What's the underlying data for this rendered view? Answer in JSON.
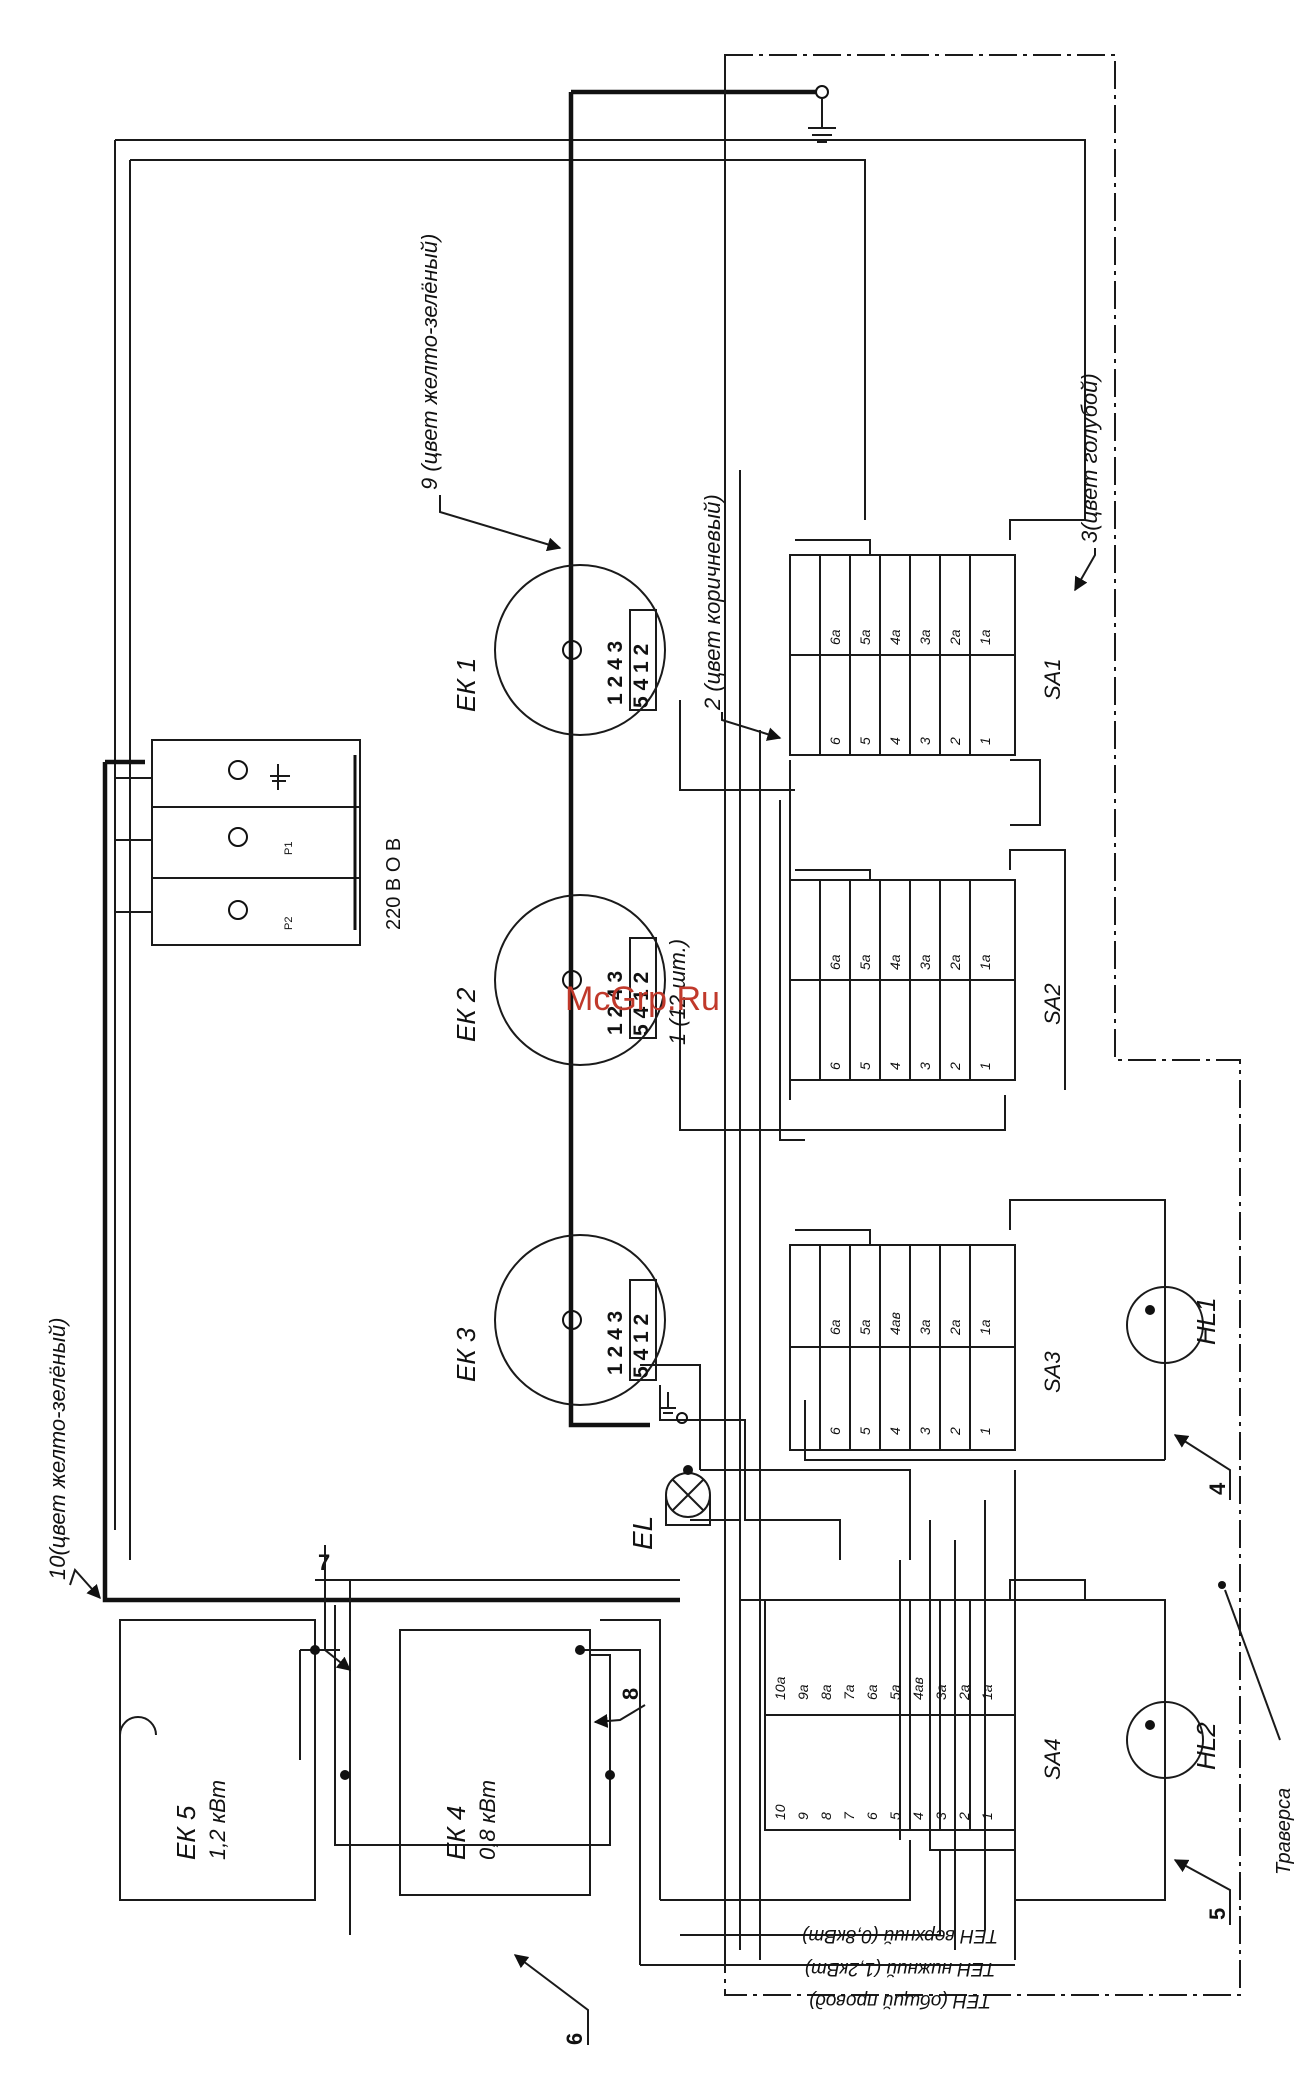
{
  "watermark": "McGrp.Ru",
  "labels": {
    "ek1": "ЕК 1",
    "ek2": "ЕК 2",
    "ek3": "ЕК 3",
    "ek4": "ЕК 4",
    "ek4_power": "0,8 кВт",
    "ek5": "ЕК 5",
    "ek5_power": "1,2 кВт",
    "el": "EL",
    "hl1": "HL1",
    "hl2": "HL2",
    "sa1": "SA1",
    "sa2": "SA2",
    "sa3": "SA3",
    "sa4": "SA4",
    "traversa": "Траверса",
    "socket_voltage": "220 В  О В",
    "p1": "Р1",
    "p2": "Р2",
    "ek_terminals_top": "1 2 4 3",
    "ek_terminals_bottom": "5 4 1 2"
  },
  "wire_labels": {
    "w1": "1 (12 шт.)",
    "w2": "2 (цвет коричневый)",
    "w3": "3(цвет голубой)",
    "w4": "4",
    "w5": "5",
    "w6": "6",
    "w7": "7",
    "w8": "8",
    "w9": "9 (цвет желто-зелёный)",
    "w10": "10(цвет желто-зелёный)",
    "ten_upper": "ТЕН верхний (0,8кВт)",
    "ten_lower": "ТЕН нижний (1,2кВт)",
    "ten_common": "ТЕН (общий провод)"
  },
  "switch_contacts": {
    "left": [
      "6",
      "5",
      "4",
      "3",
      "2",
      "1"
    ],
    "right": [
      "6а",
      "5а",
      "4а",
      "3а",
      "2а",
      "1а"
    ],
    "right_sa3": [
      "6а",
      "5а",
      "4ав",
      "3а",
      "2а",
      "1а"
    ],
    "sa4_left": [
      "10",
      "9",
      "8",
      "7",
      "6",
      "5",
      "4",
      "3",
      "2",
      "1"
    ],
    "sa4_right": [
      "10а",
      "9а",
      "8а",
      "7а",
      "6а",
      "5а",
      "4ав",
      "3а",
      "2а",
      "1а"
    ]
  }
}
